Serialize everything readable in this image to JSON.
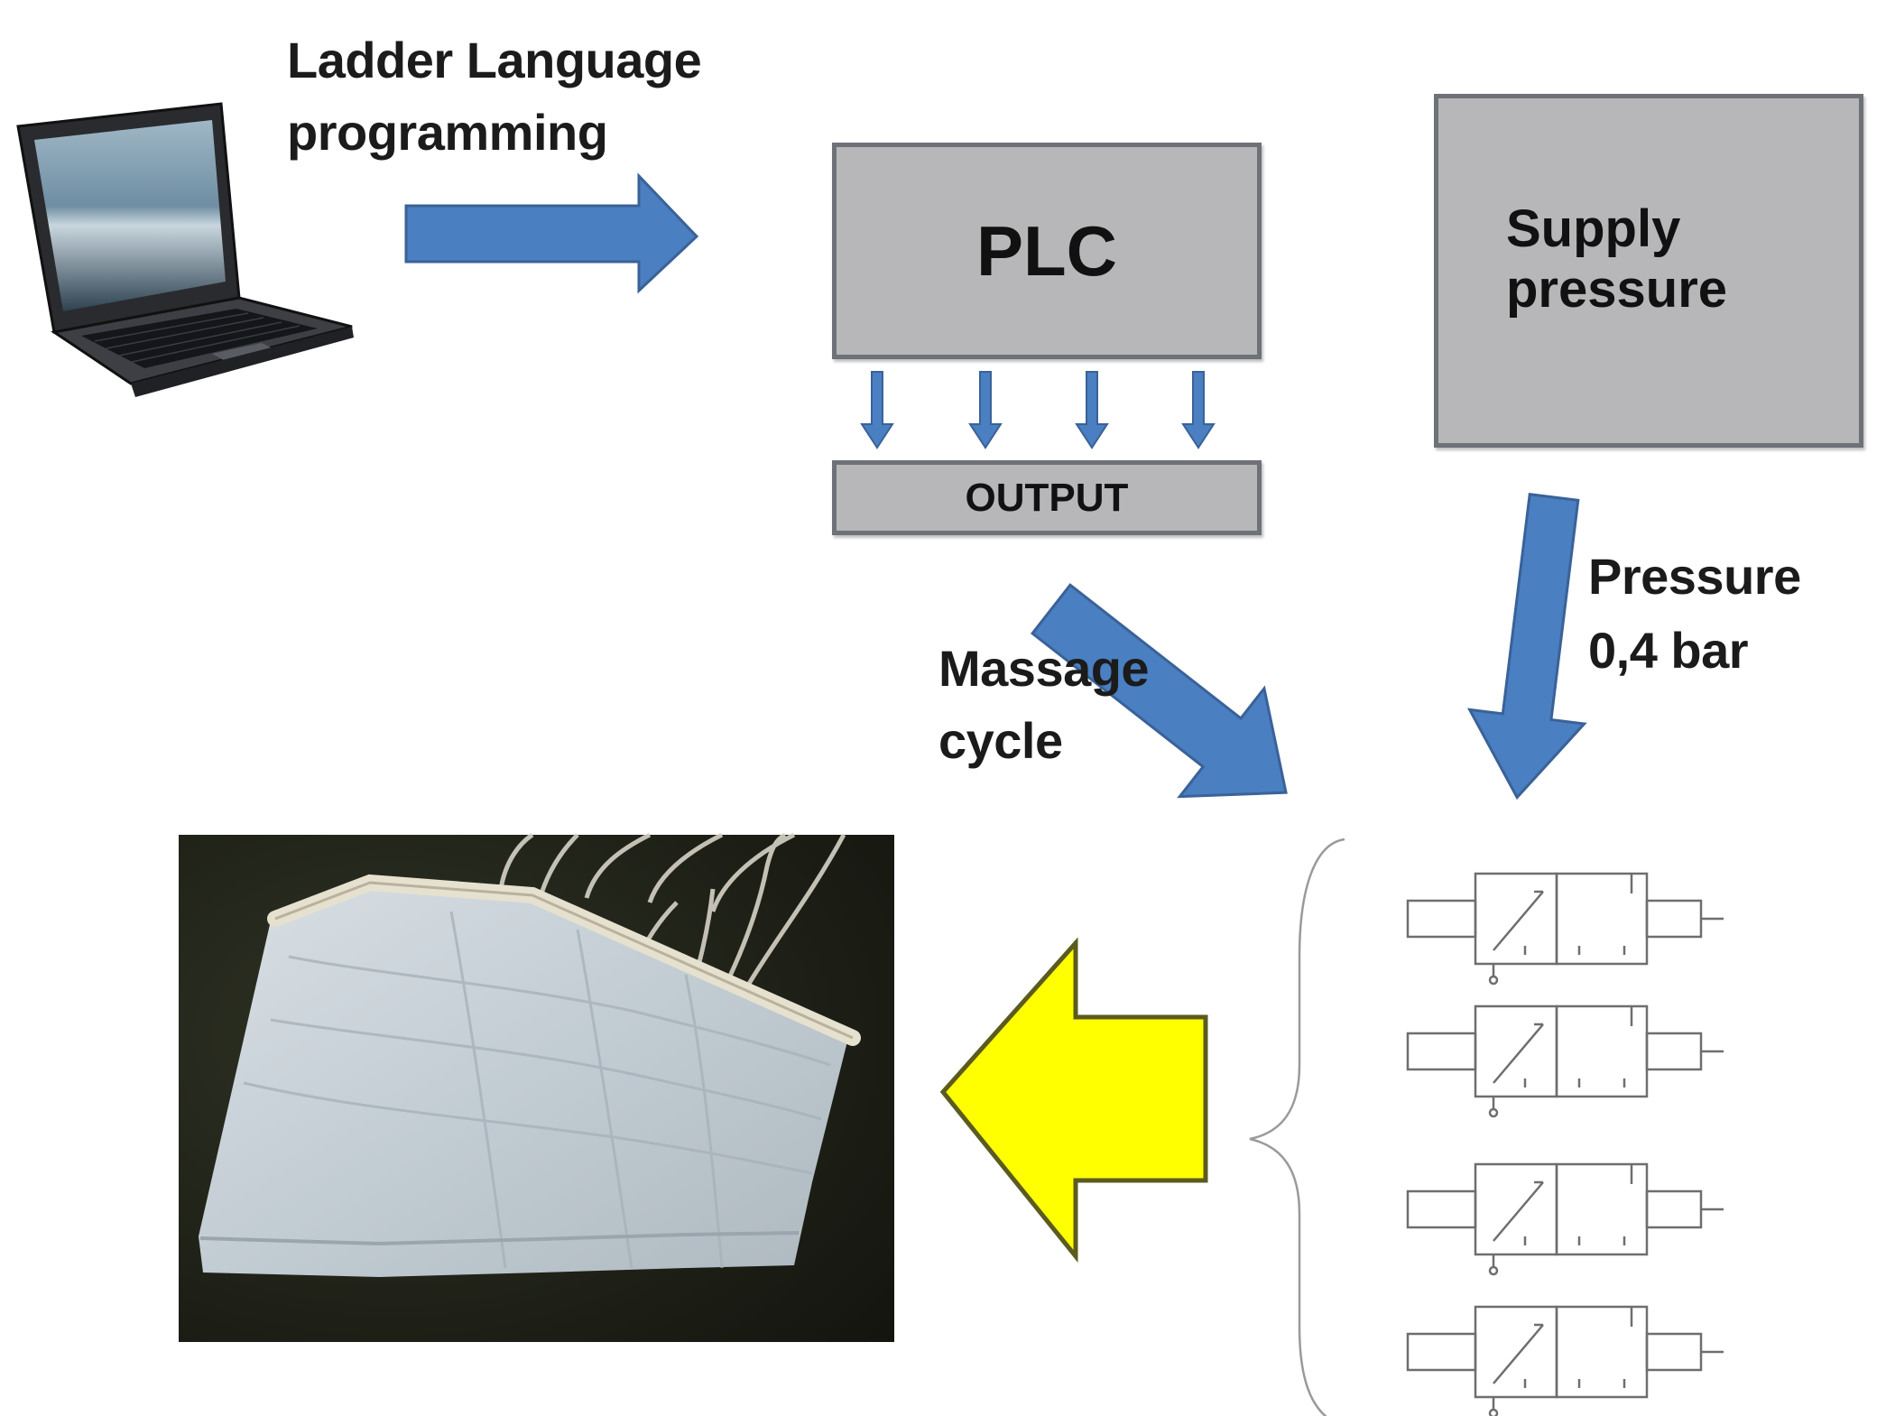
{
  "labels": {
    "ladder_line1": "Ladder Language",
    "ladder_line2": "programming",
    "plc": "PLC",
    "output": "OUTPUT",
    "supply_line1": "Supply",
    "supply_line2": "pressure",
    "pressure_line1": "Pressure",
    "pressure_line2": "0,4 bar",
    "massage_line1": "Massage",
    "massage_line2": "cycle"
  },
  "colors": {
    "arrow_blue": "#4a7fc1",
    "arrow_blue_border": "#3a6298",
    "box_fill": "#b7b7b9",
    "box_border": "#6f7178",
    "yellow_arrow": "#ffff00",
    "photo_background": "#1d1f17",
    "fabric": "#c9d2d8"
  },
  "icons": {
    "computer": "laptop-icon",
    "valves": "solenoid-valve-icon",
    "photo": "massage-garment-photo"
  }
}
